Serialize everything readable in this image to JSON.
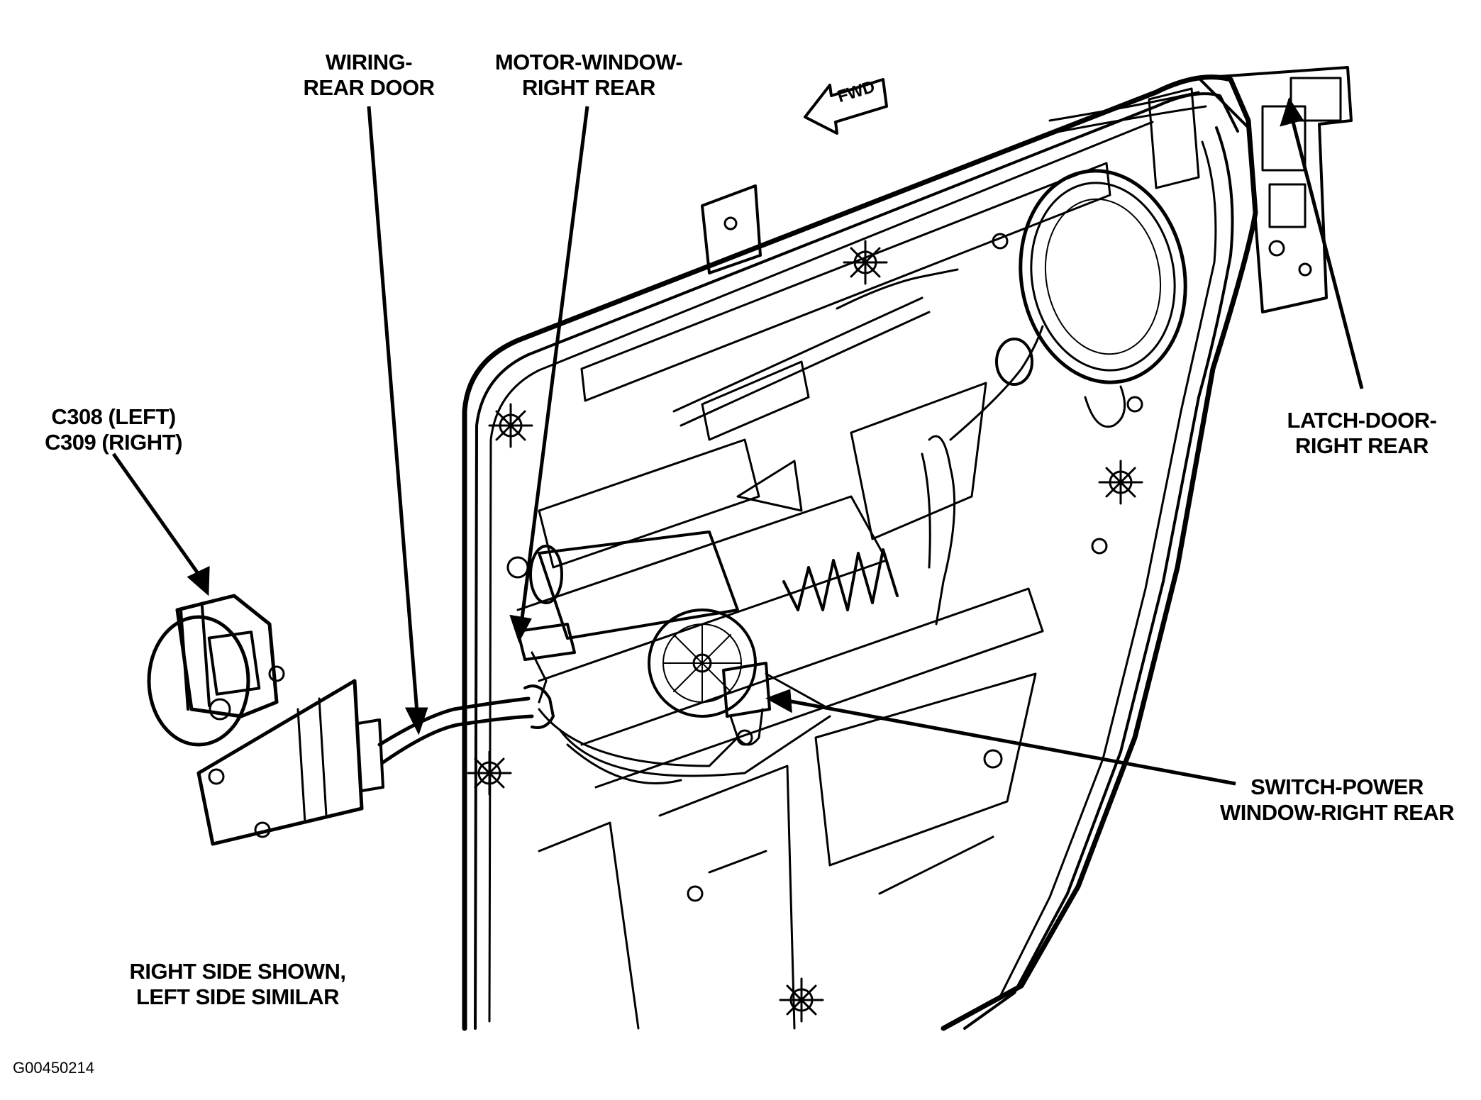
{
  "labels": {
    "wiring_rear_door": [
      "WIRING-",
      "REAR DOOR"
    ],
    "motor_window": [
      "MOTOR-WINDOW-",
      "RIGHT REAR"
    ],
    "connector": [
      "C308 (LEFT)",
      "C309 (RIGHT)"
    ],
    "latch_door": [
      "LATCH-DOOR-",
      "RIGHT REAR"
    ],
    "switch_power": [
      "SWITCH-POWER",
      "WINDOW-RIGHT REAR"
    ],
    "side_note": [
      "RIGHT SIDE SHOWN,",
      "LEFT SIDE SIMILAR"
    ],
    "fwd_arrow": "FWD"
  },
  "figure_code": "G00450214",
  "colors": {
    "ink": "#000000",
    "paper": "#ffffff"
  }
}
